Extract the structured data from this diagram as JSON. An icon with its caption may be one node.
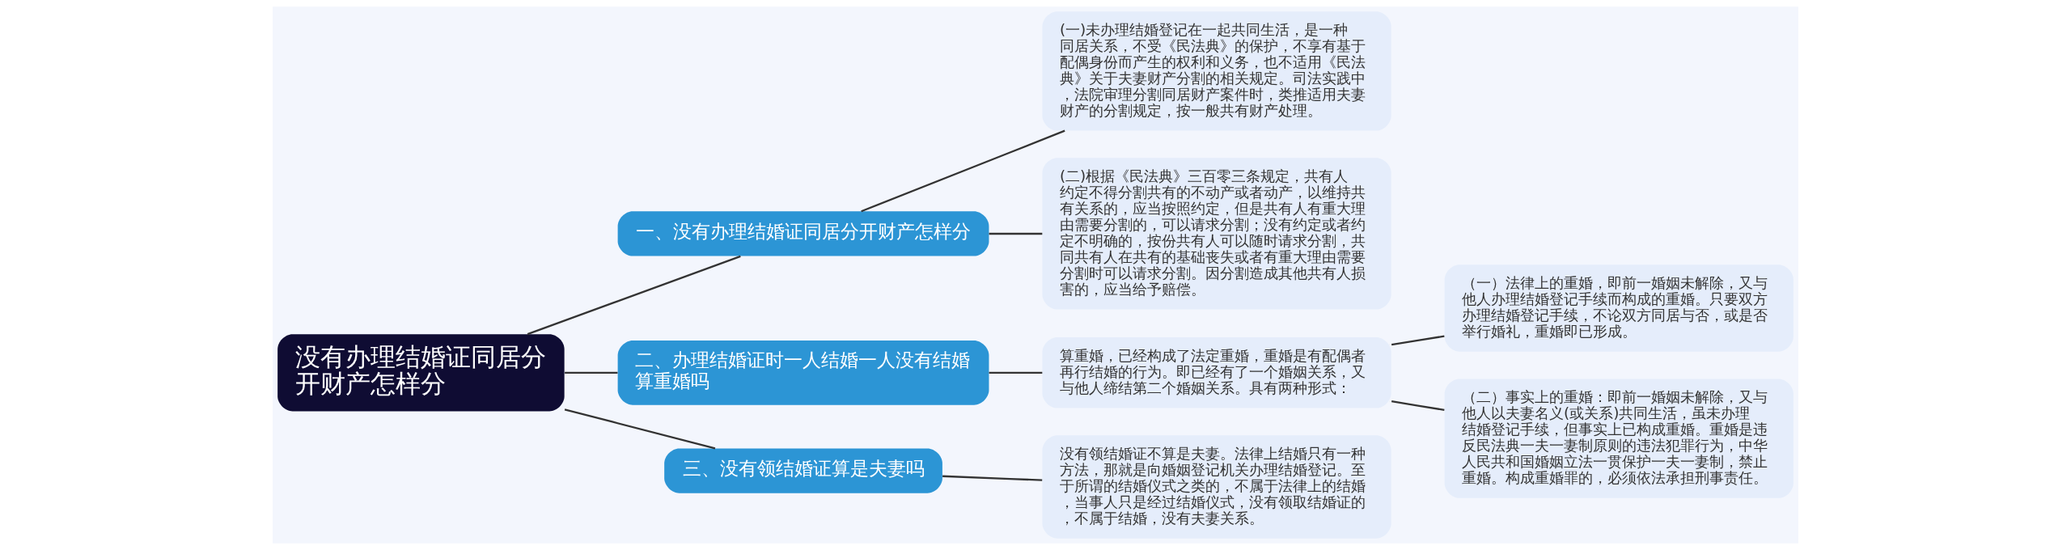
{
  "diagram": {
    "nodes": [
      {
        "text": [
          "没有办理结婚证同居分开财产怎样分"
        ]
      },
      {
        "text": [
          "一、没有办理结婚证同居分开财产怎样分"
        ]
      },
      {
        "text": [
          "(一)未办理结婚登记在一起共同生活，是一种同居关系，不受《民法典》的保护，不享有基于配偶身份而产生的权利和义务，也不适用《民法典》关于夫妻财产分割的相关规定。司法实践中，法院审理分割同居财产案件时，类推适用夫妻财产的分割规定，按一般共有财产处理。"
        ]
      },
      {
        "text": [
          "(二)根据《民法典》三百零三条规定，共有人约定不得分割共有的不动产或者动产，以维持共有关系的，应当按照约定，但是共有人有重大理由需要分割的，可以请求分割；没有约定或者约定不明确的，按份共有人可以随时请求分割，共同共有人在共有的基础丧失或者有重大理由需要分割时可以请求分割。因分割造成其他共有人损害的，应当给予赔偿。"
        ]
      },
      {
        "text": [
          "二、办理结婚证时一人结婚一人没有结婚算重婚吗"
        ]
      },
      {
        "text": [
          "算重婚，已经构成了法定重婚，重婚是有配偶者再行结婚的行为。即已经有了一个婚姻关系，又与他人缔结第二个婚姻关系。具有两种形式："
        ]
      },
      {
        "text": [
          "（一）法律上的重婚，即前一婚姻未解除，又与他人办理结婚登记手续而构成的重婚。只要双方办理结婚登记手续，不论双方同居与否，或是否举行婚礼，重婚即已形成。"
        ]
      },
      {
        "text": [
          "（二）事实上的重婚：即前一婚姻未解除，又与他人以夫妻名义(或关系)共同生活，虽未办理结婚登记手续，但事实上已构成重婚。重婚是违反民法典一夫一妻制原则的违法犯罪行为，中华人民共和国婚姻立法一贯保护一夫一妻制，禁止重婚。构成重婚罪的，必须依法承担刑事责任。"
        ]
      },
      {
        "text": [
          "三、没有领结婚证算是夫妻吗"
        ]
      },
      {
        "text": [
          "没有领结婚证不算是夫妻。法律上结婚只有一种方法，那就是向婚姻登记机关办理结婚登记。至于所谓的结婚仪式之类的，不属于法律上的结婚，当事人只是经过结婚仪式，没有领取结婚证的，不属于结婚，没有夫妻关系。"
        ]
      }
    ],
    "edges": [
      {
        "from": 0,
        "to": 1,
        "arrow": "none"
      },
      {
        "from": 1,
        "to": 2,
        "arrow": "none"
      },
      {
        "from": 1,
        "to": 3,
        "arrow": "none"
      },
      {
        "from": 0,
        "to": 4,
        "arrow": "none"
      },
      {
        "from": 4,
        "to": 5,
        "arrow": "none"
      },
      {
        "from": 5,
        "to": 6,
        "arrow": "none"
      },
      {
        "from": 5,
        "to": 7,
        "arrow": "none"
      },
      {
        "from": 0,
        "to": 8,
        "arrow": "none"
      },
      {
        "from": 8,
        "to": 9,
        "arrow": "none"
      }
    ]
  }
}
